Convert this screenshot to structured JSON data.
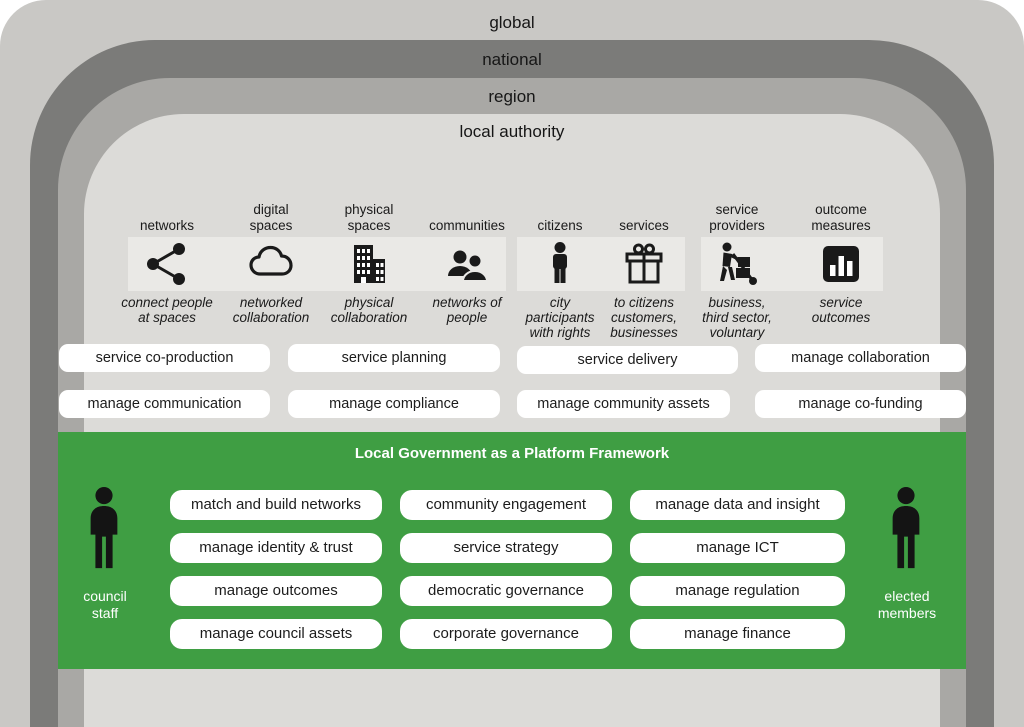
{
  "layers": {
    "global": "global",
    "national": "national",
    "region": "region",
    "local": "local authority"
  },
  "icon_columns": [
    {
      "top": "networks",
      "icon": "share-network-icon",
      "caption": "connect people\nat spaces"
    },
    {
      "top": "digital\nspaces",
      "icon": "cloud-icon",
      "caption": "networked\ncollaboration"
    },
    {
      "top": "physical\nspaces",
      "icon": "building-icon",
      "caption": "physical\ncollaboration"
    },
    {
      "top": "communities",
      "icon": "people-group-icon",
      "caption": "networks of\npeople"
    },
    {
      "top": "citizens",
      "icon": "person-icon",
      "caption": "city\nparticipants\nwith rights"
    },
    {
      "top": "services",
      "icon": "gift-icon",
      "caption": "to citizens\ncustomers,\nbusinesses"
    },
    {
      "top": "service\nproviders",
      "icon": "porter-trolley-icon",
      "caption": "business,\nthird sector,\nvoluntary"
    },
    {
      "top": "outcome\nmeasures",
      "icon": "bar-chart-icon",
      "caption": "service\noutcomes"
    }
  ],
  "capabilities": {
    "row1": [
      "service co-production",
      "service planning",
      "service delivery",
      "manage collaboration"
    ],
    "row2": [
      "manage communication",
      "manage compliance",
      "manage community assets",
      "manage co-funding"
    ]
  },
  "platform": {
    "title": "Local Government as a Platform Framework",
    "left_role": "council\nstaff",
    "right_role": "elected\nmembers",
    "col1": [
      "match and build networks",
      "manage identity & trust",
      "manage outcomes",
      "manage council assets"
    ],
    "col2": [
      "community engagement",
      "service strategy",
      "democratic governance",
      "corporate governance"
    ],
    "col3": [
      "manage data and insight",
      "manage ICT",
      "manage regulation",
      "manage finance"
    ]
  },
  "colors": {
    "panel_green": "#3f9e43",
    "band_global": "#c9c8c5",
    "band_national": "#7b7b79",
    "band_region": "#a9a8a5",
    "band_local": "#dcdbd8",
    "icon_strip": "#eae9e6"
  }
}
